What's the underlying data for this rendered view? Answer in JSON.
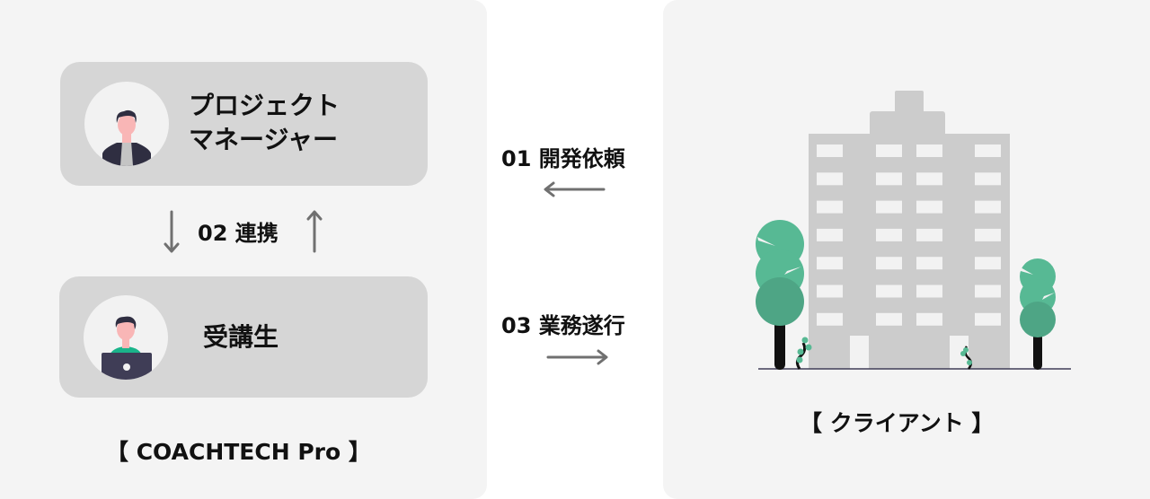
{
  "left_panel": {
    "project_manager": {
      "label": "プロジェクトマネージャー",
      "line1": "プロジェクト",
      "line2": "マネージャー",
      "avatar_icon": "businessman-avatar-icon"
    },
    "collaboration": {
      "label": "02 連携",
      "down_arrow_icon": "arrow-down-icon",
      "up_arrow_icon": "arrow-up-icon"
    },
    "student": {
      "label": "受講生",
      "avatar_icon": "student-laptop-avatar-icon"
    },
    "org_label": "【 COACHTECH Pro 】"
  },
  "flows": {
    "request": {
      "label": "01 開発依頼",
      "direction": "left",
      "icon": "arrow-left-icon"
    },
    "execution": {
      "label": "03 業務遂行",
      "direction": "right",
      "icon": "arrow-right-icon"
    }
  },
  "right_panel": {
    "illustration_icon": "office-building-icon",
    "org_label": "【 クライアント 】"
  },
  "colors": {
    "panel_bg": "#f4f4f4",
    "card_bg": "#d6d6d6",
    "arrow": "#707070",
    "building": "#cccccc",
    "tree_light": "#57b994",
    "tree_dark": "#4ea585",
    "shirt_green": "#1ab48a",
    "suit_dark": "#2f2e41",
    "skin": "#f9b6b6"
  }
}
